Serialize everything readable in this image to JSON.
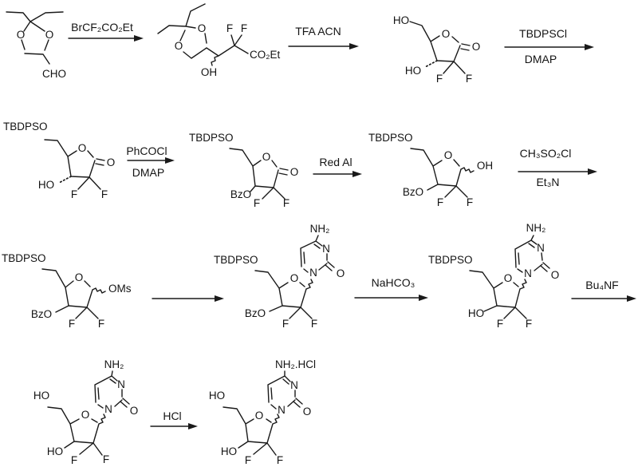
{
  "scheme": {
    "atoms": {
      "O": "O",
      "F": "F",
      "N": "N",
      "HO": "HO",
      "OH": "OH",
      "CHO": "CHO",
      "CO2Et": "CO₂Et",
      "TBDPSO": "TBDPSO",
      "BzO": "BzO",
      "OMs": "OMs",
      "NH2": "NH₂",
      "NH2_HCl": "NH₂.HCl"
    },
    "reagents": {
      "step1_above": "BrCF₂CO₂Et",
      "step2_above": "TFA ACN",
      "step3_above": "TBDPSCl",
      "step3_below": "DMAP",
      "step4_above": "PhCOCl",
      "step4_below": "DMAP",
      "step5_above": "Red Al",
      "step6_above": "CH₃SO₂Cl",
      "step6_below": "Et₃N",
      "step8_above": "NaHCO₃",
      "step9_above": "Bu₄NF",
      "step10_above": "HCl"
    },
    "colors": {
      "ink": "#1a1a1a",
      "background": "#ffffff"
    }
  }
}
